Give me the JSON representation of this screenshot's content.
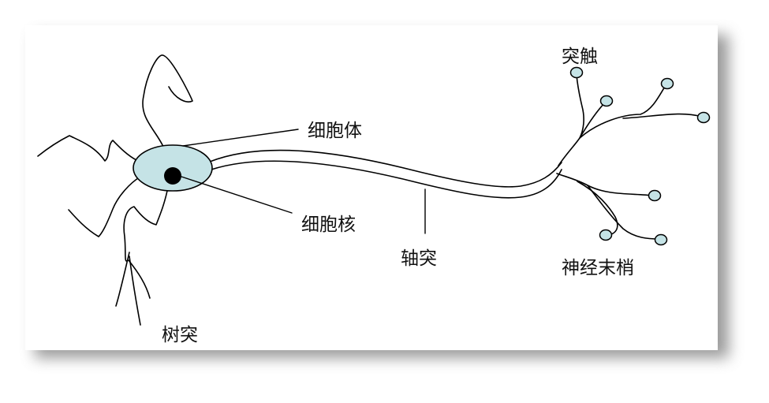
{
  "labels": {
    "cell_body": "细胞体",
    "nucleus": "细胞核",
    "axon": "轴突",
    "dendrite": "树突",
    "synapse": "突触",
    "nerve_ending": "神经末梢"
  },
  "colors": {
    "cell_fill": "#c5e3e6",
    "terminal_fill": "#c5e3e6",
    "nucleus": "#000000",
    "stroke": "#000000"
  }
}
